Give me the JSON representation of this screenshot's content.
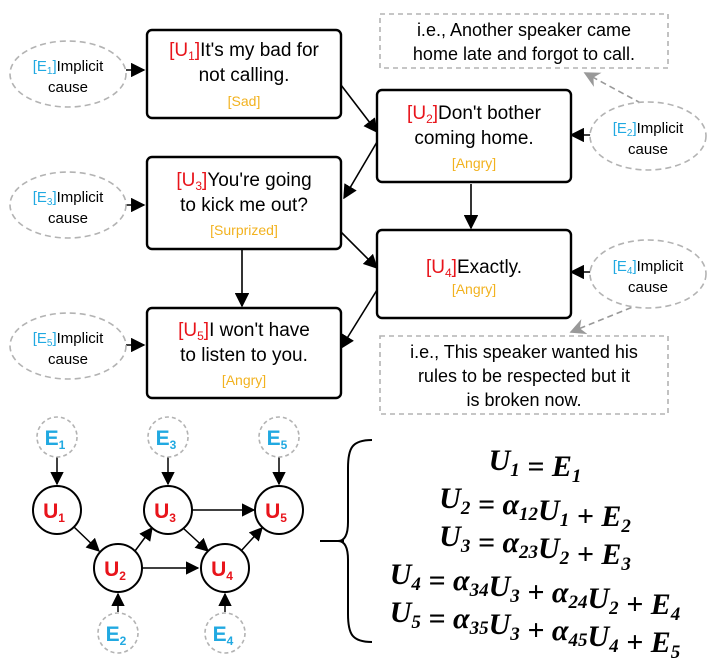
{
  "colors": {
    "utterance_tag": "#e8141b",
    "emotion_label": "#f2b21f",
    "cause_tag": "#21a9e1",
    "node_fill": "#e8141b",
    "cause_node_fill": "#21a9e1",
    "dashed_border": "#b3b3b3",
    "node_border": "#000000",
    "text": "#000000"
  },
  "utterances": [
    {
      "tag": "U",
      "sub": "1",
      "line1": "It's my bad for",
      "line2": "not calling.",
      "emotion": "[Sad]"
    },
    {
      "tag": "U",
      "sub": "2",
      "line1": "Don't bother",
      "line2": "coming home.",
      "emotion": "[Angry]"
    },
    {
      "tag": "U",
      "sub": "3",
      "line1": "You're going",
      "line2": "to kick me out?",
      "emotion": "[Surprized]"
    },
    {
      "tag": "U",
      "sub": "4",
      "line1": "Exactly.",
      "line2": "",
      "emotion": "[Angry]"
    },
    {
      "tag": "U",
      "sub": "5",
      "line1": "I won't have",
      "line2": "to listen to you.",
      "emotion": "[Angry]"
    }
  ],
  "implicit_causes": [
    {
      "tag": "E",
      "sub": "1",
      "word": "Implicit",
      "line2": "cause"
    },
    {
      "tag": "E",
      "sub": "2",
      "word": "Implicit",
      "line2": "cause"
    },
    {
      "tag": "E",
      "sub": "3",
      "word": "Implicit",
      "line2": "cause"
    },
    {
      "tag": "E",
      "sub": "4",
      "word": "Implicit",
      "line2": "cause"
    },
    {
      "tag": "E",
      "sub": "5",
      "word": "Implicit",
      "line2": "cause"
    }
  ],
  "notes": {
    "top": {
      "line1": "i.e., Another speaker came",
      "line2": "home late and forgot to call."
    },
    "bottom": {
      "line1": "i.e., This speaker wanted his",
      "line2": "rules to be respected but it",
      "line3": "is broken now."
    }
  },
  "graph": {
    "u_nodes": [
      {
        "letter": "U",
        "sub": "1"
      },
      {
        "letter": "U",
        "sub": "2"
      },
      {
        "letter": "U",
        "sub": "3"
      },
      {
        "letter": "U",
        "sub": "4"
      },
      {
        "letter": "U",
        "sub": "5"
      }
    ],
    "e_nodes": [
      {
        "letter": "E",
        "sub": "1"
      },
      {
        "letter": "E",
        "sub": "2"
      },
      {
        "letter": "E",
        "sub": "3"
      },
      {
        "letter": "E",
        "sub": "4"
      },
      {
        "letter": "E",
        "sub": "5"
      }
    ]
  },
  "equations": [
    {
      "t1": "U",
      "s1": "1",
      "eq": " = ",
      "rest": [
        {
          "t": "E",
          "s": "1"
        }
      ]
    },
    {
      "t1": "U",
      "s1": "2",
      "eq": " = ",
      "rest": [
        {
          "t": "α",
          "s": "12"
        },
        {
          "t": "U",
          "s": "1"
        },
        {
          "t": " + E",
          "s": "2"
        }
      ]
    },
    {
      "t1": "U",
      "s1": "3",
      "eq": " = ",
      "rest": [
        {
          "t": "α",
          "s": "23"
        },
        {
          "t": "U",
          "s": "2"
        },
        {
          "t": " + E",
          "s": "3"
        }
      ]
    },
    {
      "t1": "U",
      "s1": "4",
      "eq": " = ",
      "rest": [
        {
          "t": "α",
          "s": "34"
        },
        {
          "t": "U",
          "s": "3"
        },
        {
          "t": " + α",
          "s": "24"
        },
        {
          "t": "U",
          "s": "2"
        },
        {
          "t": " + E",
          "s": "4"
        }
      ]
    },
    {
      "t1": "U",
      "s1": "5",
      "eq": " = ",
      "rest": [
        {
          "t": "α",
          "s": "35"
        },
        {
          "t": "U",
          "s": "3"
        },
        {
          "t": " + α",
          "s": "45"
        },
        {
          "t": "U",
          "s": "4"
        },
        {
          "t": " + E",
          "s": "5"
        }
      ]
    }
  ]
}
